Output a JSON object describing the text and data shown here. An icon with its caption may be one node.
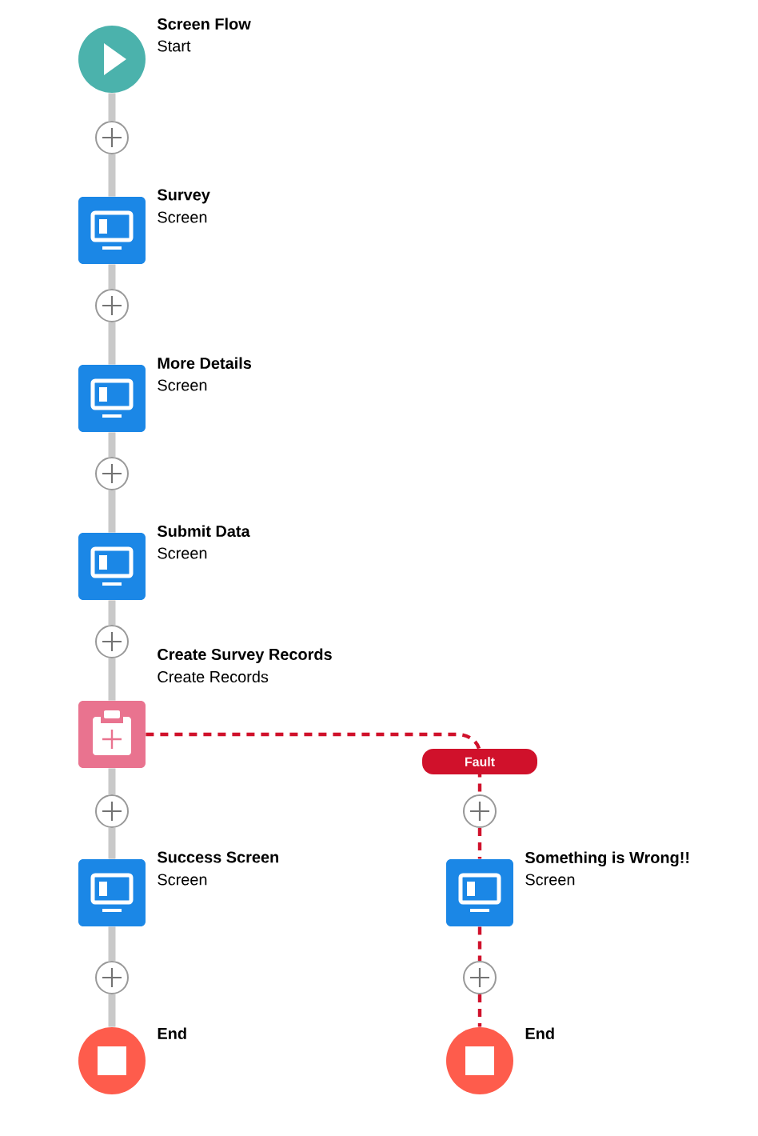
{
  "diagram": {
    "nodes": [
      {
        "text": [
          "Screen Flow",
          "Start"
        ]
      },
      {
        "text": [],
        "shape": "circle"
      },
      {
        "text": [
          "Survey",
          "Screen"
        ]
      },
      {
        "text": [],
        "shape": "circle"
      },
      {
        "text": [
          "More Details",
          "Screen"
        ]
      },
      {
        "text": [],
        "shape": "circle"
      },
      {
        "text": [
          "Submit Data",
          "Screen"
        ]
      },
      {
        "text": [],
        "shape": "circle"
      },
      {
        "text": [
          "Create Survey Records",
          "Create Records"
        ]
      },
      {
        "text": [],
        "shape": "circle"
      },
      {
        "text": [],
        "shape": "circle"
      },
      {
        "text": [
          "Success Screen",
          "Screen"
        ]
      },
      {
        "text": [
          "Something is Wrong!!",
          "Screen"
        ]
      },
      {
        "text": [],
        "shape": "circle"
      },
      {
        "text": [],
        "shape": "circle"
      },
      {
        "text": [
          "End"
        ]
      },
      {
        "text": [
          "End"
        ]
      }
    ],
    "edges": [
      {
        "from": 0,
        "to": 1,
        "arrow": "none"
      },
      {
        "from": 1,
        "to": 2,
        "arrow": "none"
      },
      {
        "from": 2,
        "to": 3,
        "arrow": "none"
      },
      {
        "from": 3,
        "to": 4,
        "arrow": "none"
      },
      {
        "from": 4,
        "to": 5,
        "arrow": "none"
      },
      {
        "from": 5,
        "to": 6,
        "arrow": "none"
      },
      {
        "from": 6,
        "to": 7,
        "arrow": "none"
      },
      {
        "from": 7,
        "to": 8,
        "arrow": "none"
      },
      {
        "from": 8,
        "to": 9,
        "arrow": "none"
      },
      {
        "from": 9,
        "to": 11,
        "arrow": "none"
      },
      {
        "from": 11,
        "to": 13,
        "arrow": "none"
      },
      {
        "from": 13,
        "to": 15,
        "arrow": "none"
      },
      {
        "from": 8,
        "to": 10,
        "arrow": "none",
        "label": "Fault",
        "style": "dashed",
        "color": "#d0112b"
      },
      {
        "from": 10,
        "to": 12,
        "arrow": "none",
        "style": "dashed",
        "color": "#d0112b"
      },
      {
        "from": 12,
        "to": 14,
        "arrow": "none",
        "style": "dashed",
        "color": "#d0112b"
      },
      {
        "from": 14,
        "to": 16,
        "arrow": "none",
        "style": "dashed",
        "color": "#d0112b"
      }
    ]
  }
}
